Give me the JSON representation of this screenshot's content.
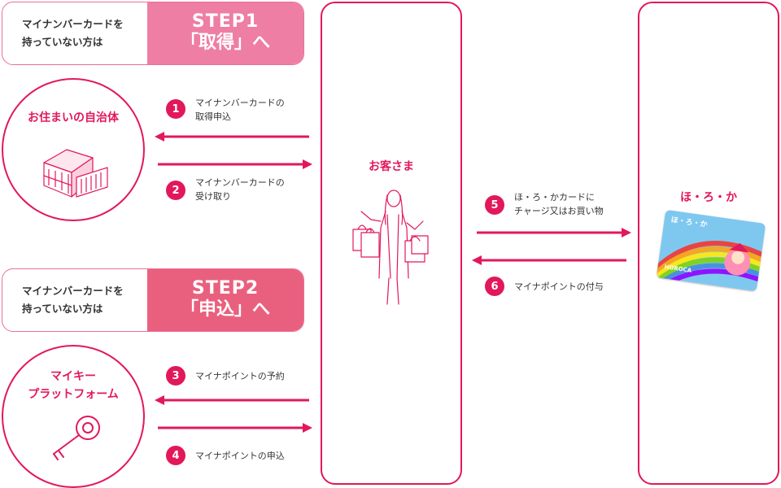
{
  "step1": {
    "left_line1": "マイナンバーカードを",
    "left_line2": "持っていない方は",
    "title": "STEP1",
    "action": "「取得」へ"
  },
  "step2": {
    "left_line1": "マイナンバーカードを",
    "left_line2": "持っていない方は",
    "title": "STEP2",
    "action": "「申込」へ"
  },
  "municipality": {
    "label": "お住まいの自治体",
    "icon": "city-hall-icon"
  },
  "platform": {
    "line1": "マイキー",
    "line2": "プラットフォーム",
    "icon": "key-icon"
  },
  "customer": {
    "label": "お客さま",
    "icon": "shopper-icon"
  },
  "horoca": {
    "label": "ほ・ろ・か",
    "card_text": "ほ・ろ・か",
    "card_brand": "HOROCA"
  },
  "steps": [
    {
      "num": "1",
      "line1": "マイナンバーカードの",
      "line2": "取得申込"
    },
    {
      "num": "2",
      "line1": "マイナンバーカードの",
      "line2": "受け取り"
    },
    {
      "num": "3",
      "line1": "マイナポイントの予約",
      "line2": ""
    },
    {
      "num": "4",
      "line1": "マイナポイントの申込",
      "line2": ""
    },
    {
      "num": "5",
      "line1": "ほ・ろ・かカードに",
      "line2": "チャージ又はお買い物"
    },
    {
      "num": "6",
      "line1": "マイナポイントの付与",
      "line2": ""
    }
  ],
  "colors": {
    "accent": "#e2185a",
    "step1_bg": "#ee7ea3",
    "step2_bg": "#e9607e"
  }
}
